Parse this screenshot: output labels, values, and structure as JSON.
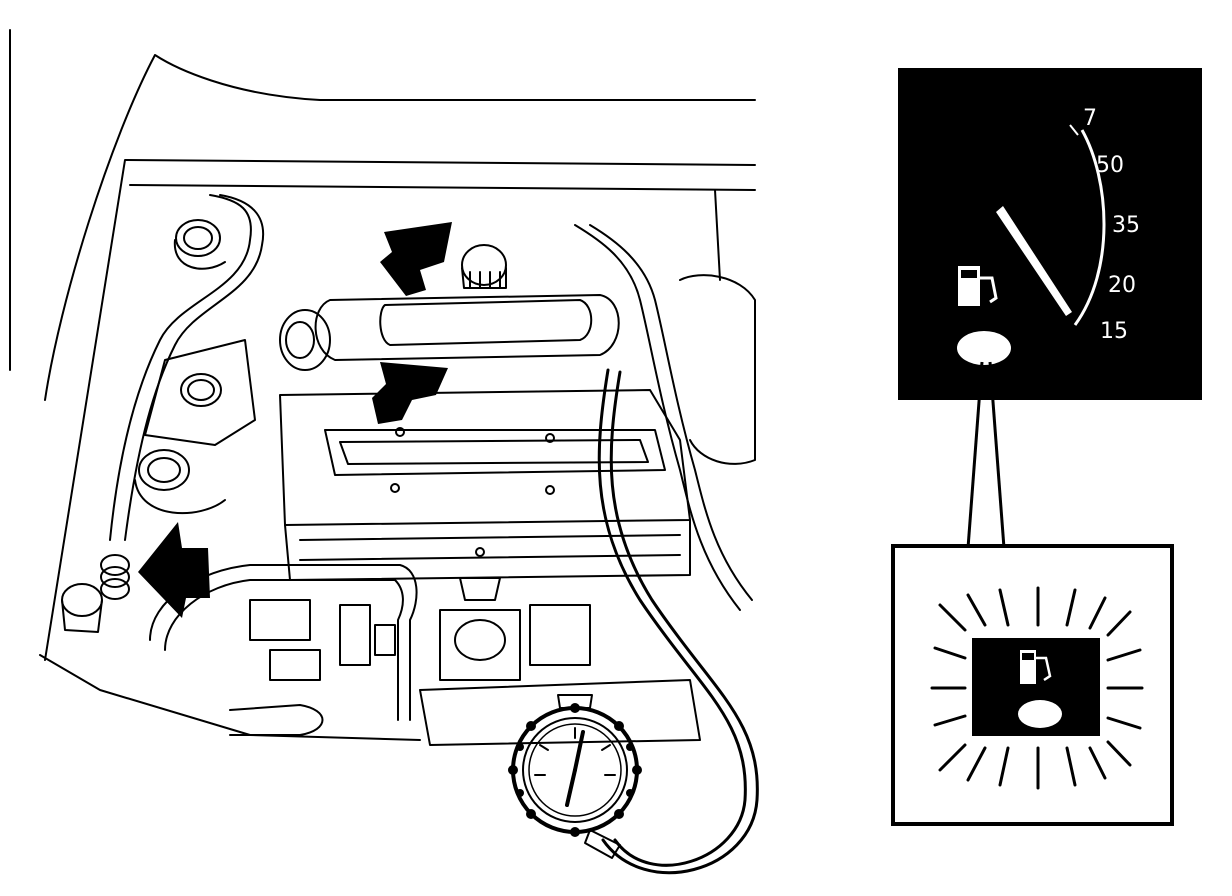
{
  "gauge": {
    "ticks": [
      "7",
      "50",
      "35",
      "20",
      "15"
    ],
    "needle_reading": "15"
  },
  "colors": {
    "ink": "#000000",
    "paper": "#ffffff"
  },
  "icons": {
    "fuel_pump": "fuel-pump-icon",
    "warning_lamp": "warning-lamp-icon",
    "pressure_gauge": "pressure-gauge-icon",
    "arrows": "arrow-icon"
  }
}
